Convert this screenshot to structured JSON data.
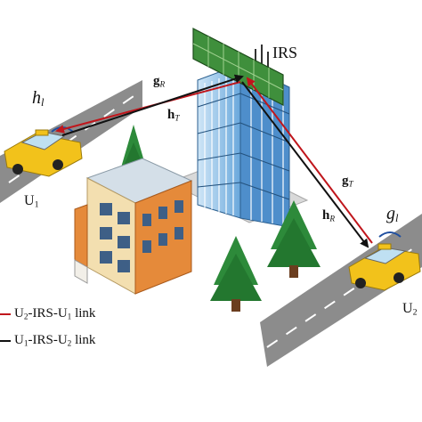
{
  "labels": {
    "irs": "IRS",
    "h_l": {
      "base": "h",
      "sub": "l"
    },
    "g_l": {
      "base": "g",
      "sub": "l"
    },
    "g_R": {
      "base": "g",
      "sub": "R"
    },
    "h_T": {
      "base": "h",
      "sub": "T"
    },
    "g_T": {
      "base": "g",
      "sub": "T"
    },
    "h_R": {
      "base": "h",
      "sub": "R"
    },
    "u1": {
      "base": "U",
      "sub": "1"
    },
    "u2": {
      "base": "U",
      "sub": "2"
    }
  },
  "legend": [
    {
      "color": "#c0161c",
      "parts": [
        "U",
        "2",
        "-IRS-U",
        "1",
        " link"
      ]
    },
    {
      "color": "#111111",
      "parts": [
        "U",
        "1",
        "-IRS-U",
        "2",
        " link"
      ]
    }
  ],
  "colors": {
    "red_link": "#c0161c",
    "black_link": "#111111",
    "road": "#8c8c8c",
    "car": "#f2c21b",
    "irs_panel": "#3f8f3c",
    "building_glass": "#5aa0d8",
    "tree": "#2d8a3a"
  },
  "icons": [
    "car-icon",
    "building-icon",
    "tree-icon",
    "irs-panel-icon",
    "house-icon"
  ]
}
